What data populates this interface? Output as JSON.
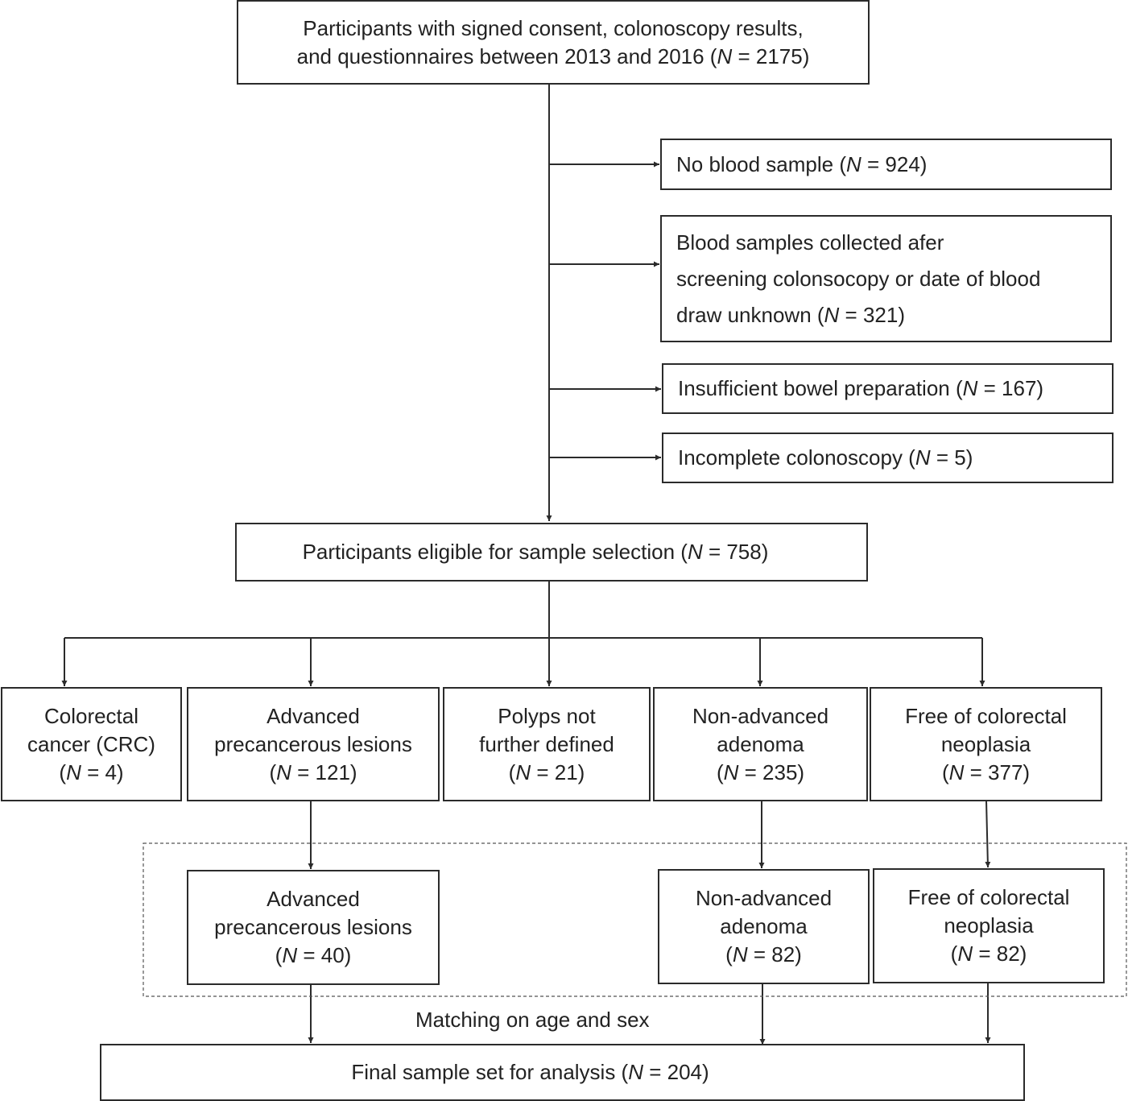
{
  "root": {
    "line1": "Participants with signed consent, colonoscopy results,",
    "line2_pre": "and questionnaires between 2013 and 2016 (",
    "n_symbol": "N",
    "line2_post": " = 2175)"
  },
  "exclusions": [
    {
      "lines": [],
      "pre": "No blood sample (",
      "n": "N",
      "post": " = 924)"
    },
    {
      "lines": [
        "Blood samples collected afer",
        "screening colonsocopy or date of blood"
      ],
      "pre": "draw unknown (",
      "n": "N",
      "post": " = 321)"
    },
    {
      "lines": [],
      "pre": "Insufficient bowel preparation (",
      "n": "N",
      "post": " = 167)"
    },
    {
      "lines": [],
      "pre": "Incomplete colonoscopy (",
      "n": "N",
      "post": " = 5)"
    }
  ],
  "eligible": {
    "pre": "Participants eligible for sample selection (",
    "n": "N",
    "post": " = 758)"
  },
  "groups": [
    {
      "line1": "Colorectal",
      "line2": "cancer (CRC)",
      "pre": "(",
      "n": "N",
      "post": " = 4)"
    },
    {
      "line1": "Advanced",
      "line2": "precancerous lesions",
      "pre": "(",
      "n": "N",
      "post": " = 121)"
    },
    {
      "line1": "Polyps not",
      "line2": "further defined",
      "pre": "(",
      "n": "N",
      "post": " = 21)"
    },
    {
      "line1": "Non-advanced",
      "line2": "adenoma",
      "pre": "(",
      "n": "N",
      "post": " = 235)"
    },
    {
      "line1": "Free of colorectal",
      "line2": "neoplasia",
      "pre": "(",
      "n": "N",
      "post": " = 377)"
    }
  ],
  "matched": [
    {
      "line1": "Advanced",
      "line2": "precancerous lesions",
      "pre": "(",
      "n": "N",
      "post": " = 40)"
    },
    {
      "line1": "Non-advanced",
      "line2": "adenoma",
      "pre": "(",
      "n": "N",
      "post": " = 82)"
    },
    {
      "line1": "Free of colorectal",
      "line2": "neoplasia",
      "pre": "(",
      "n": "N",
      "post": " = 82)"
    }
  ],
  "matching_label": "Matching on age and sex",
  "final": {
    "pre": "Final sample set for analysis (",
    "n": "N",
    "post": " = 204)"
  }
}
